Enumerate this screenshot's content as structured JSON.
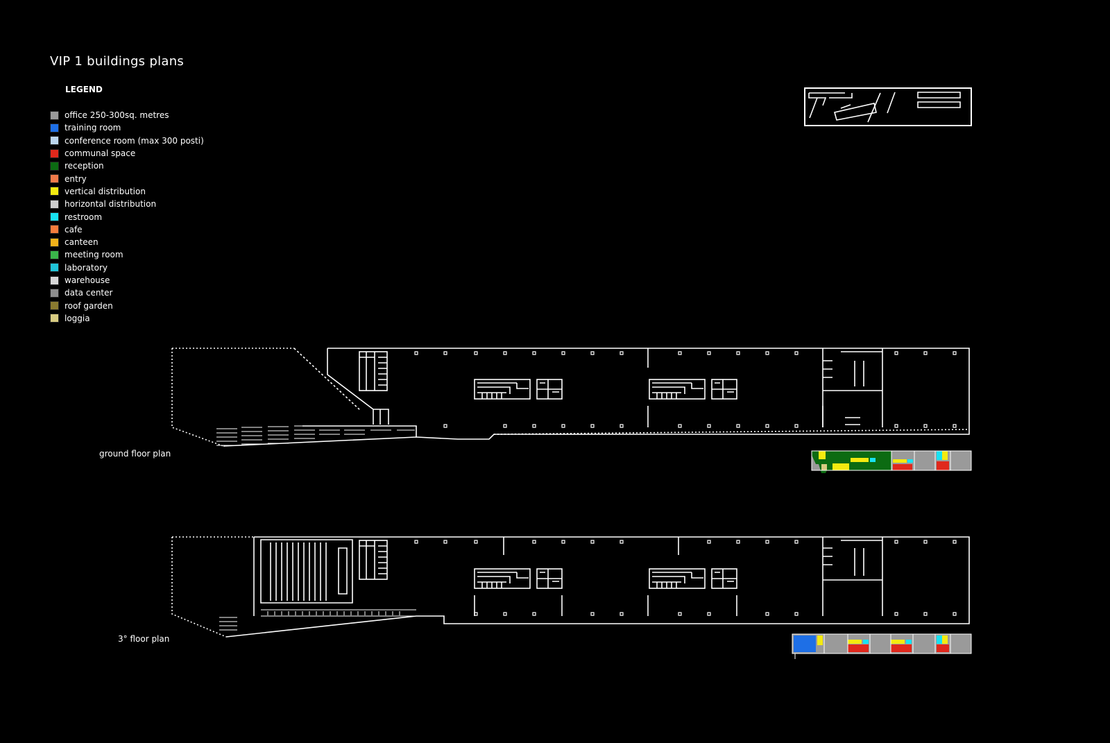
{
  "title": "VIP 1 buildings plans",
  "legend": {
    "heading": "LEGEND",
    "items": [
      {
        "label": "office 250-300sq. metres",
        "color": "#9a9a9a"
      },
      {
        "label": "training room",
        "color": "#1e6fe6"
      },
      {
        "label": "conference room (max 300 posti)",
        "color": "#bcd6ee"
      },
      {
        "label": "communal space",
        "color": "#e0281c"
      },
      {
        "label": "reception",
        "color": "#0c6b12"
      },
      {
        "label": "entry",
        "color": "#f07a4a"
      },
      {
        "label": "vertical distribution",
        "color": "#f4ea10"
      },
      {
        "label": "horizontal distribution",
        "color": "#cfcfcf"
      },
      {
        "label": "restroom",
        "color": "#18e2f2"
      },
      {
        "label": "cafe",
        "color": "#f57c3c"
      },
      {
        "label": "canteen",
        "color": "#f2b21a"
      },
      {
        "label": "meeting room",
        "color": "#3ab54a"
      },
      {
        "label": "laboratory",
        "color": "#20c4d8"
      },
      {
        "label": "warehouse",
        "color": "#d6d6d6"
      },
      {
        "label": "data center",
        "color": "#8e8e8e"
      },
      {
        "label": "roof garden",
        "color": "#8a7a30"
      },
      {
        "label": "loggia",
        "color": "#d8cc82"
      }
    ]
  },
  "plans": {
    "ground": {
      "label": "ground floor plan"
    },
    "third": {
      "label": "3° floor plan"
    }
  }
}
